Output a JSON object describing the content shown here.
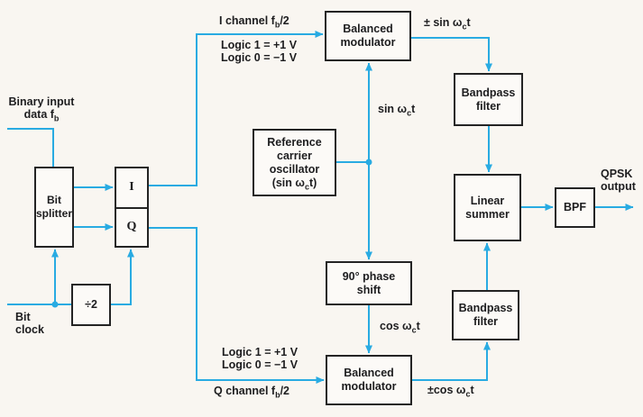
{
  "colors": {
    "line": "#29ABE2",
    "border": "#242424",
    "text": "#1D1D1F",
    "bg": "#F9F6F1",
    "box_fill": "#FCFAF7"
  },
  "boxes": {
    "bit_splitter": {
      "l1": "Bit",
      "l2": "splitter"
    },
    "i_box": "I",
    "q_box": "Q",
    "divide_by_2": "÷2",
    "balanced_modulator_top": {
      "l1": "Balanced",
      "l2": "modulator"
    },
    "reference_carrier_oscillator": {
      "l1": "Reference",
      "l2": "carrier",
      "l3": "oscillator",
      "l4a": "(sin ω",
      "l4sub": "c",
      "l4b": "t)"
    },
    "phase_shift": {
      "l1": "90° phase",
      "l2": "shift"
    },
    "balanced_modulator_bottom": {
      "l1": "Balanced",
      "l2": "modulator"
    },
    "bandpass_filter_top": {
      "l1": "Bandpass",
      "l2": "filter"
    },
    "bandpass_filter_bottom": {
      "l1": "Bandpass",
      "l2": "filter"
    },
    "linear_summer": {
      "l1": "Linear",
      "l2": "summer"
    },
    "bpf": "BPF"
  },
  "labels": {
    "binary_input": {
      "l1": "Binary input",
      "l2a": "data f",
      "l2sub": "b"
    },
    "bit_clock": {
      "l1": "Bit",
      "l2": "clock"
    },
    "i_channel": {
      "a": "I channel f",
      "sub": "b",
      "b": "/2"
    },
    "i_logic1": "Logic 1 = +1 V",
    "i_logic0": "Logic 0 = −1 V",
    "q_logic1": "Logic 1 = +1 V",
    "q_logic0": "Logic 0 = −1 V",
    "q_channel": {
      "a": "Q channel f",
      "sub": "b",
      "b": "/2"
    },
    "sin_carrier": {
      "a": "sin ω",
      "sub": "c",
      "b": "t"
    },
    "pm_sin": {
      "a": "± sin ω",
      "sub": "c",
      "b": "t"
    },
    "cos_carrier": {
      "a": "cos ω",
      "sub": "c",
      "b": "t"
    },
    "pm_cos": {
      "a": "±cos ω",
      "sub": "c",
      "b": "t"
    },
    "qpsk_output": {
      "l1": "QPSK",
      "l2": "output"
    }
  }
}
